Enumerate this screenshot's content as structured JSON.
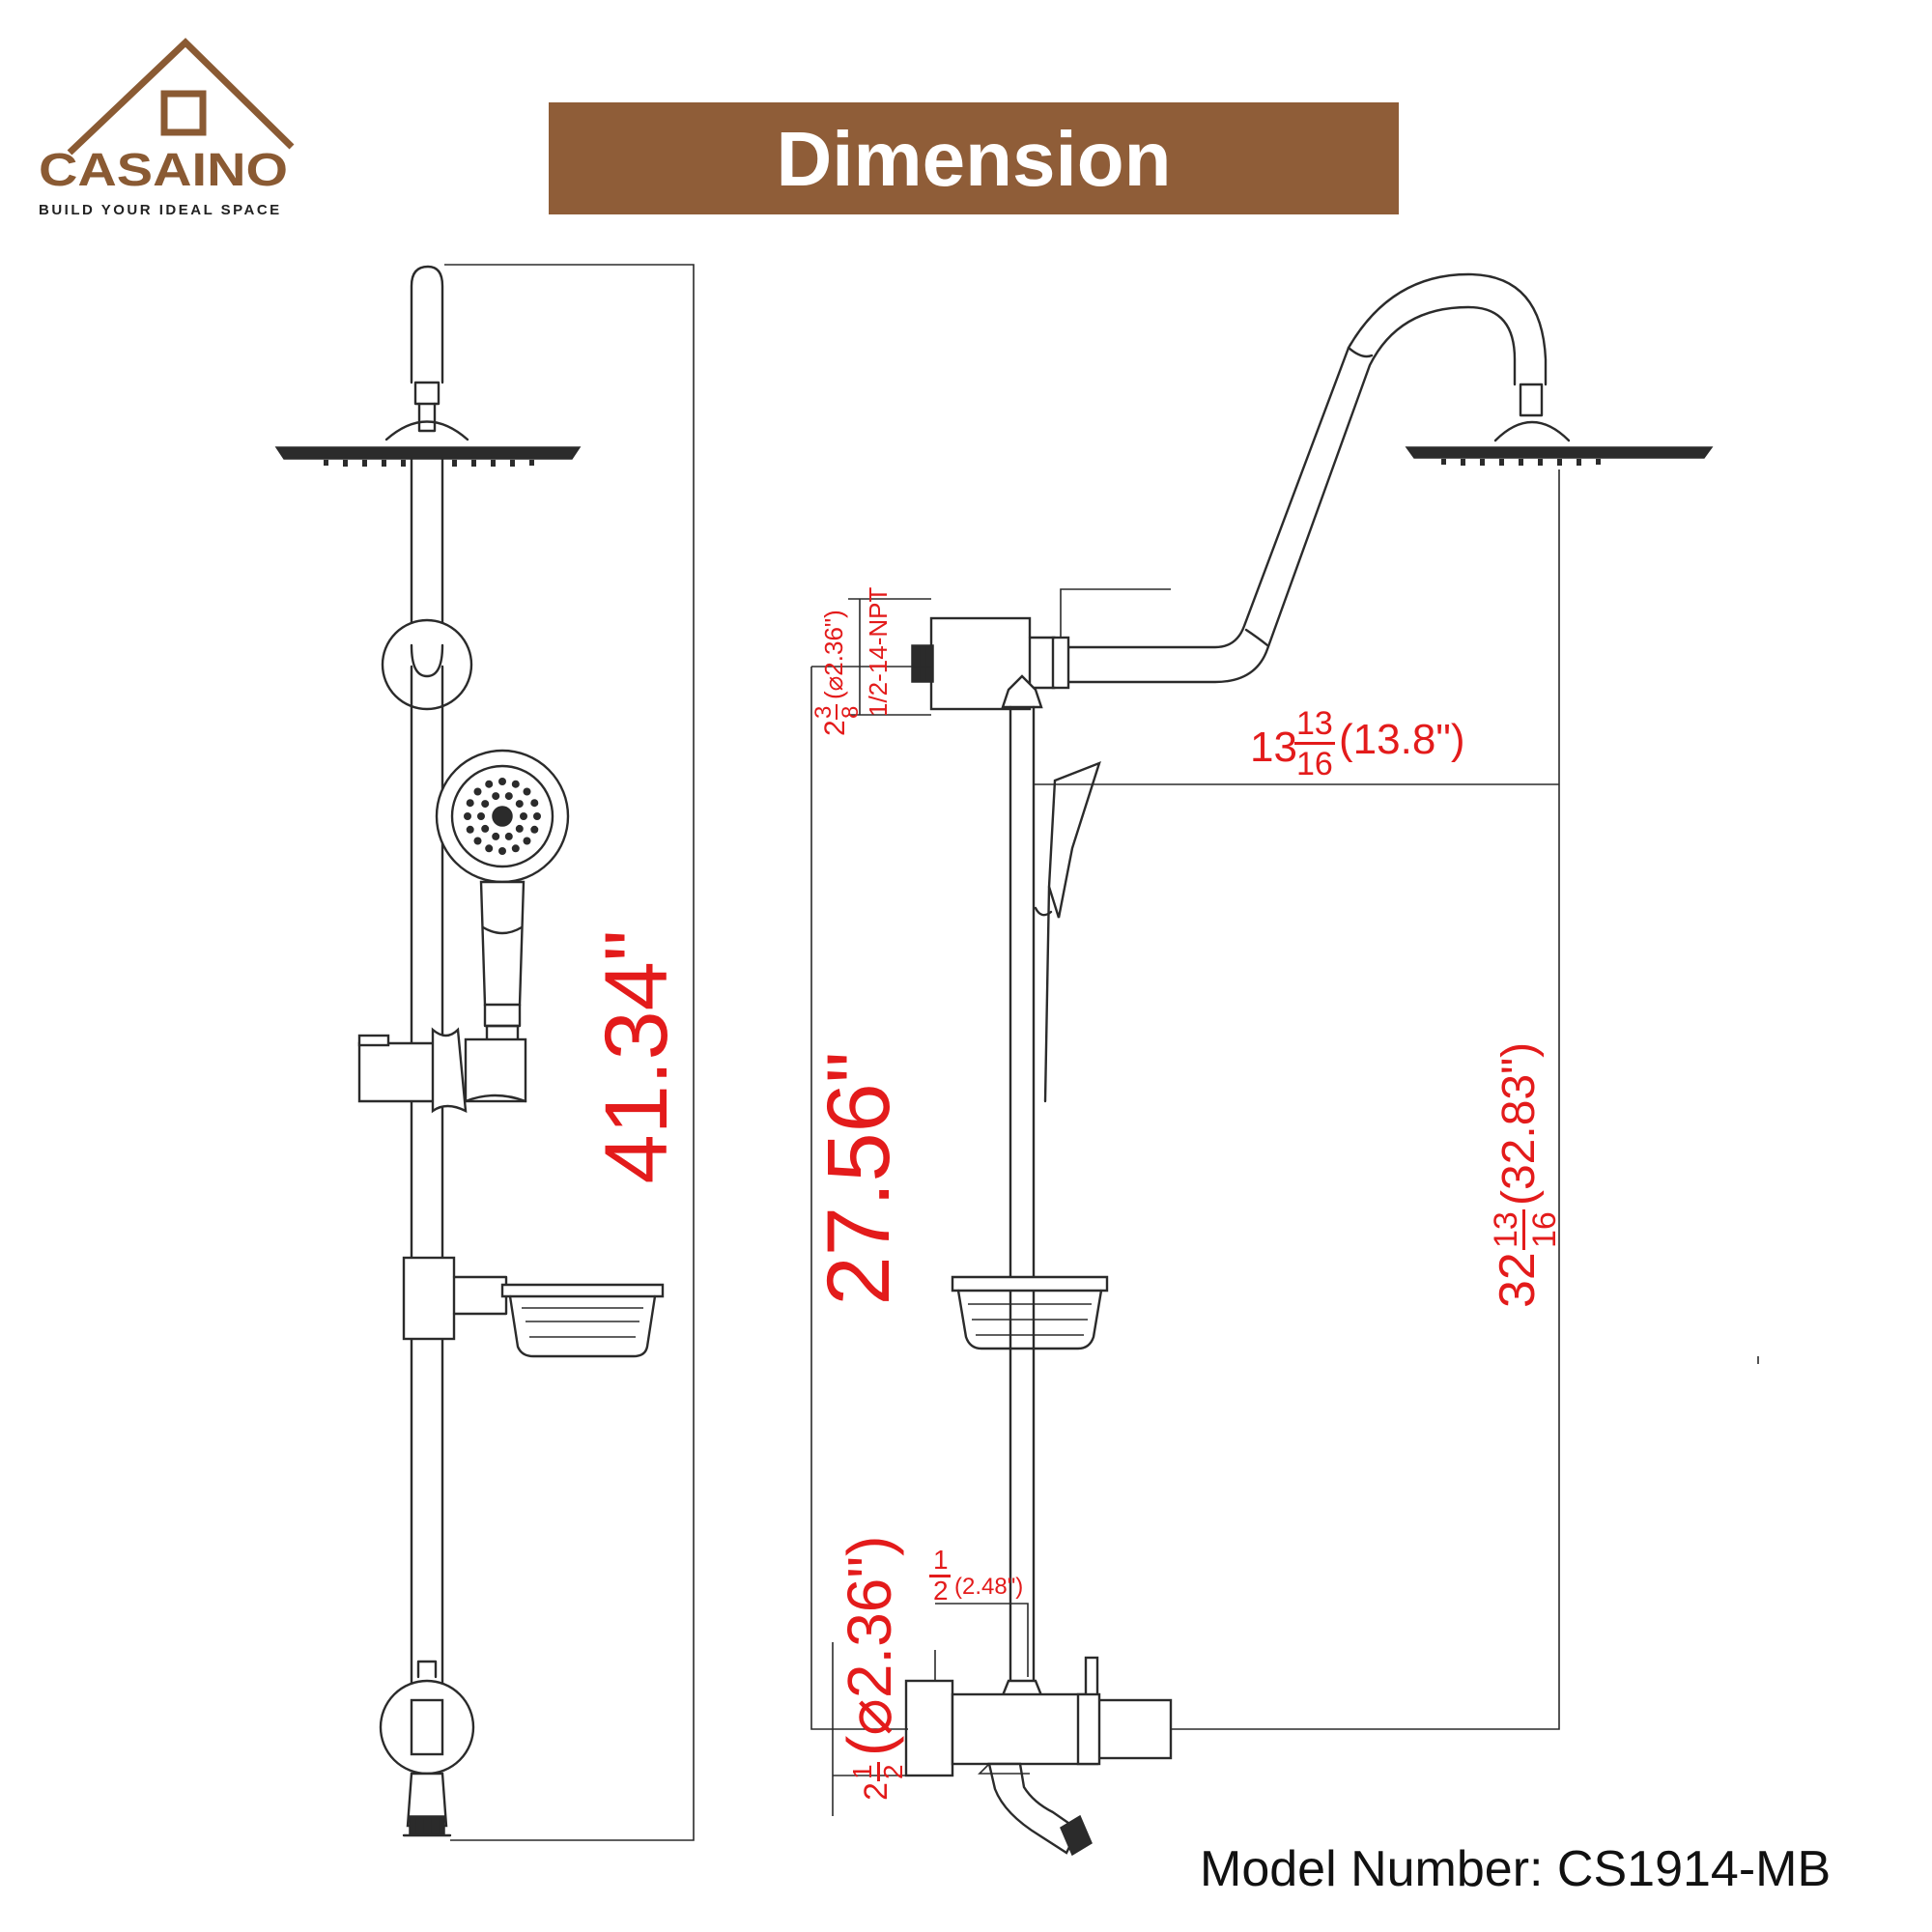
{
  "brand": {
    "name": "CASAINO",
    "tagline": "BUILD YOUR IDEAL SPACE",
    "color": "#8a5a33"
  },
  "banner": {
    "title": "Dimension",
    "color": "#8f5d38",
    "text_color": "#ffffff"
  },
  "dimensions": {
    "total_height": "41.34\"",
    "rail_height": "27.56\"",
    "head_height_whole": "32",
    "head_height_frac_num": "13",
    "head_height_frac_den": "16",
    "head_height_inch": "(32.83\")",
    "reach_whole": "13",
    "reach_frac_num": "13",
    "reach_frac_den": "16",
    "reach_inch": "(13.8\")",
    "top_inlet_whole": "2",
    "top_inlet_frac_num": "3",
    "top_inlet_frac_den": "8",
    "top_inlet_inch": "(⌀2.36\")",
    "thread_spec": "1/2-14-NPT",
    "bottom_inlet_whole": "2",
    "bottom_inlet_frac_num": "1",
    "bottom_inlet_frac_den": "2",
    "bottom_inlet_inch": "(⌀2.36\")",
    "spout_frac_num": "1",
    "spout_frac_den": "2",
    "spout_inch": "(2.48\")"
  },
  "model": {
    "label": "Model Number: CS1914-MB"
  },
  "colors": {
    "dimension_text": "#e31b1b",
    "line": "#2b2b2b"
  }
}
